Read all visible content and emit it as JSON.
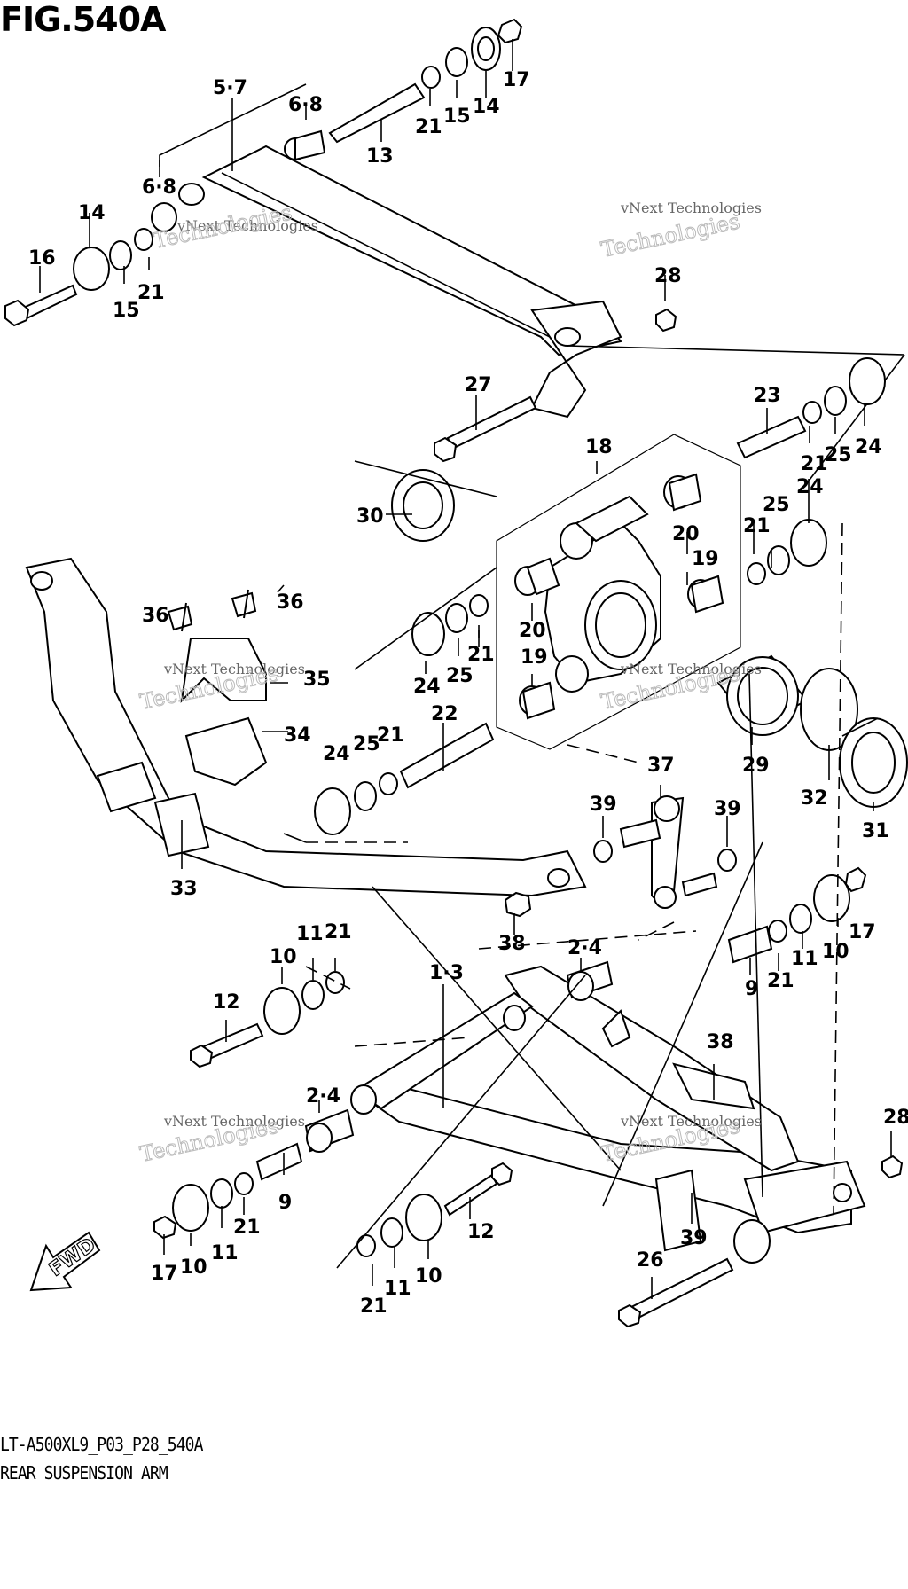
{
  "figure": {
    "title": "FIG.540A",
    "code": "LT-A500XL9_P03_P28_540A",
    "name": "REAR SUSPENSION ARM",
    "fwd_label": "FWD"
  },
  "watermark": {
    "line1": "vNext Technologies",
    "line2": "Technologies"
  },
  "callouts": [
    {
      "id": "c1",
      "text": "5·7"
    },
    {
      "id": "c2",
      "text": "6·8"
    },
    {
      "id": "c3",
      "text": "6·8"
    },
    {
      "id": "c4",
      "text": "13"
    },
    {
      "id": "c5",
      "text": "21"
    },
    {
      "id": "c6",
      "text": "15"
    },
    {
      "id": "c7",
      "text": "14"
    },
    {
      "id": "c8",
      "text": "17"
    },
    {
      "id": "c9",
      "text": "14"
    },
    {
      "id": "c10",
      "text": "16"
    },
    {
      "id": "c11",
      "text": "15"
    },
    {
      "id": "c12",
      "text": "21"
    },
    {
      "id": "c13",
      "text": "28"
    },
    {
      "id": "c14",
      "text": "27"
    },
    {
      "id": "c15",
      "text": "23"
    },
    {
      "id": "c16",
      "text": "21"
    },
    {
      "id": "c17",
      "text": "25"
    },
    {
      "id": "c18",
      "text": "24"
    },
    {
      "id": "c19",
      "text": "18"
    },
    {
      "id": "c20",
      "text": "30"
    },
    {
      "id": "c21",
      "text": "24"
    },
    {
      "id": "c22",
      "text": "25"
    },
    {
      "id": "c23",
      "text": "21"
    },
    {
      "id": "c24",
      "text": "20"
    },
    {
      "id": "c25",
      "text": "19"
    },
    {
      "id": "c26",
      "text": "36"
    },
    {
      "id": "c27",
      "text": "36"
    },
    {
      "id": "c28",
      "text": "20"
    },
    {
      "id": "c29",
      "text": "21"
    },
    {
      "id": "c30",
      "text": "19"
    },
    {
      "id": "c31",
      "text": "35"
    },
    {
      "id": "c32",
      "text": "24"
    },
    {
      "id": "c33",
      "text": "25"
    },
    {
      "id": "c34",
      "text": "34"
    },
    {
      "id": "c35",
      "text": "22"
    },
    {
      "id": "c36",
      "text": "24"
    },
    {
      "id": "c37",
      "text": "25"
    },
    {
      "id": "c38",
      "text": "21"
    },
    {
      "id": "c39",
      "text": "29"
    },
    {
      "id": "c40",
      "text": "32"
    },
    {
      "id": "c41",
      "text": "31"
    },
    {
      "id": "c42",
      "text": "37"
    },
    {
      "id": "c43",
      "text": "39"
    },
    {
      "id": "c44",
      "text": "39"
    },
    {
      "id": "c45",
      "text": "33"
    },
    {
      "id": "c46",
      "text": "38"
    },
    {
      "id": "c47",
      "text": "11"
    },
    {
      "id": "c48",
      "text": "21"
    },
    {
      "id": "c49",
      "text": "10"
    },
    {
      "id": "c50",
      "text": "2·4"
    },
    {
      "id": "c51",
      "text": "1·3"
    },
    {
      "id": "c52",
      "text": "17"
    },
    {
      "id": "c53",
      "text": "11"
    },
    {
      "id": "c54",
      "text": "10"
    },
    {
      "id": "c55",
      "text": "9"
    },
    {
      "id": "c56",
      "text": "21"
    },
    {
      "id": "c57",
      "text": "12"
    },
    {
      "id": "c58",
      "text": "38"
    },
    {
      "id": "c59",
      "text": "2·4"
    },
    {
      "id": "c60",
      "text": "28"
    },
    {
      "id": "c61",
      "text": "9"
    },
    {
      "id": "c62",
      "text": "21"
    },
    {
      "id": "c63",
      "text": "11"
    },
    {
      "id": "c64",
      "text": "10"
    },
    {
      "id": "c65",
      "text": "17"
    },
    {
      "id": "c66",
      "text": "12"
    },
    {
      "id": "c67",
      "text": "39"
    },
    {
      "id": "c68",
      "text": "26"
    },
    {
      "id": "c69",
      "text": "21"
    },
    {
      "id": "c70",
      "text": "11"
    },
    {
      "id": "c71",
      "text": "10"
    }
  ]
}
